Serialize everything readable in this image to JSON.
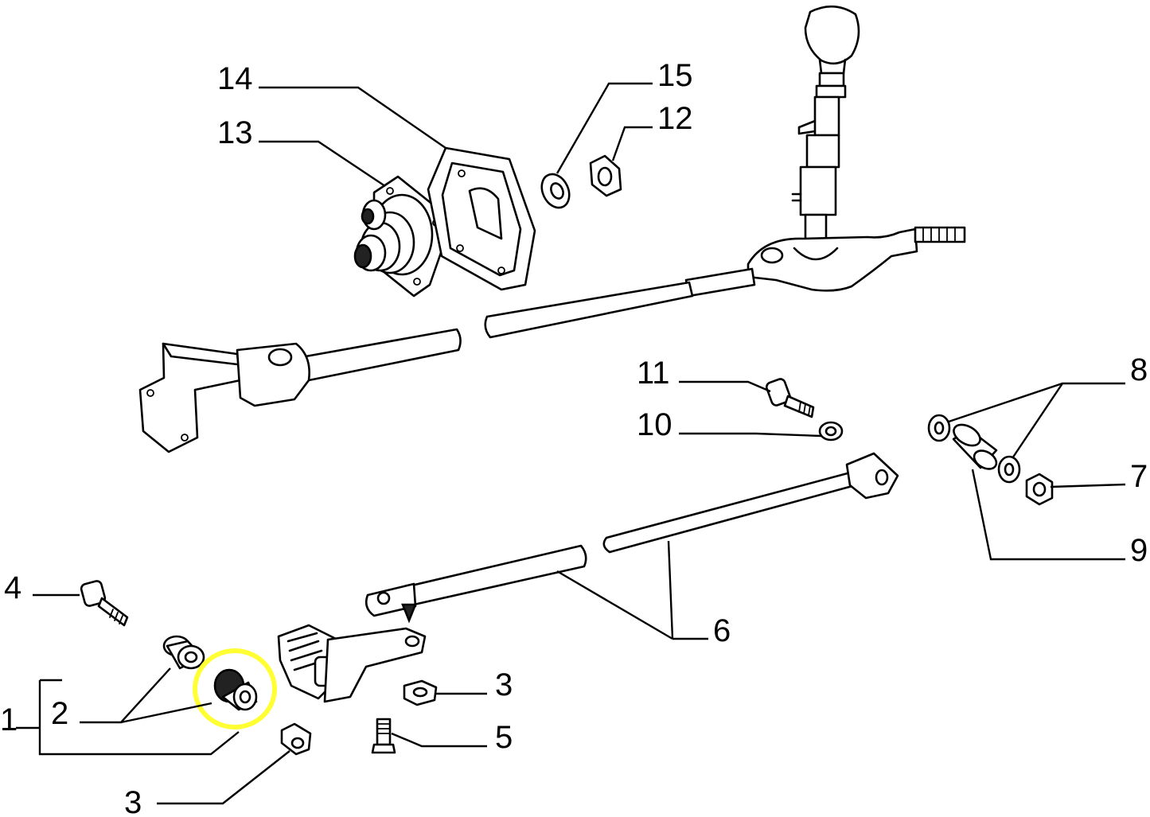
{
  "diagram": {
    "highlight_color": "#ffff33",
    "highlighted_part": "2",
    "labels": {
      "l1": "1",
      "l2": "2",
      "l3a": "3",
      "l3b": "3",
      "l4": "4",
      "l5": "5",
      "l6": "6",
      "l7": "7",
      "l8": "8",
      "l9": "9",
      "l10": "10",
      "l11": "11",
      "l12": "12",
      "l13": "13",
      "l14": "14",
      "l15": "15"
    }
  }
}
